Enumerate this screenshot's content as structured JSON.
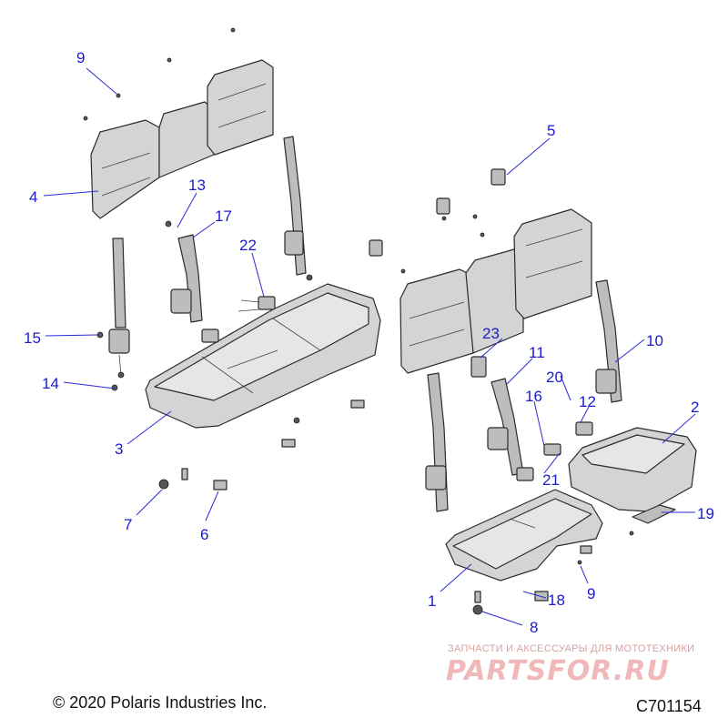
{
  "callouts": [
    {
      "id": "c1",
      "label": "1"
    },
    {
      "id": "c2",
      "label": "2"
    },
    {
      "id": "c3",
      "label": "3"
    },
    {
      "id": "c4",
      "label": "4"
    },
    {
      "id": "c5",
      "label": "5"
    },
    {
      "id": "c6",
      "label": "6"
    },
    {
      "id": "c7",
      "label": "7"
    },
    {
      "id": "c8",
      "label": "8"
    },
    {
      "id": "c9a",
      "label": "9"
    },
    {
      "id": "c9b",
      "label": "9"
    },
    {
      "id": "c10",
      "label": "10"
    },
    {
      "id": "c11",
      "label": "11"
    },
    {
      "id": "c12",
      "label": "12"
    },
    {
      "id": "c13",
      "label": "13"
    },
    {
      "id": "c14",
      "label": "14"
    },
    {
      "id": "c15",
      "label": "15"
    },
    {
      "id": "c16",
      "label": "16"
    },
    {
      "id": "c17",
      "label": "17"
    },
    {
      "id": "c18",
      "label": "18"
    },
    {
      "id": "c19",
      "label": "19"
    },
    {
      "id": "c20",
      "label": "20"
    },
    {
      "id": "c21",
      "label": "21"
    },
    {
      "id": "c22",
      "label": "22"
    },
    {
      "id": "c23",
      "label": "23"
    }
  ],
  "footer": {
    "copyright": "© 2020 Polaris Industries Inc.",
    "drawing_code": "C701154"
  },
  "watermark": {
    "tagline": "ЗАПЧАСТИ И АКСЕССУАРЫ ДЛЯ МОТОТЕХНИКИ",
    "logo": "PARTSFOR.RU"
  },
  "colors": {
    "callout": "#1a1ad0",
    "part_fill": "#d4d4d4",
    "outline": "#2b2b2b",
    "watermark": "#f0b8b8"
  }
}
